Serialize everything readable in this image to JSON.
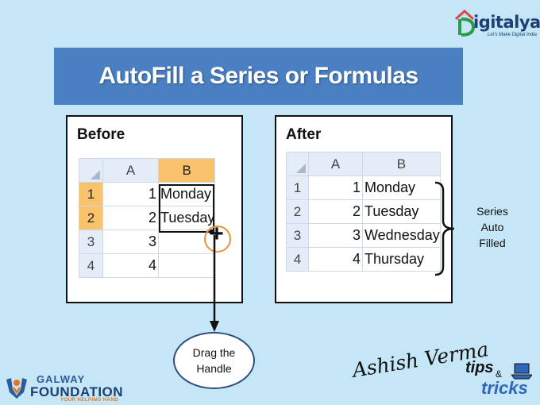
{
  "banner": {
    "title": "AutoFill a Series or Formulas"
  },
  "before": {
    "title": "Before",
    "columns": [
      "A",
      "B"
    ],
    "rows": [
      {
        "n": "1",
        "a": "1",
        "b": "Monday"
      },
      {
        "n": "2",
        "a": "2",
        "b": "Tuesday"
      },
      {
        "n": "3",
        "a": "3",
        "b": ""
      },
      {
        "n": "4",
        "a": "4",
        "b": ""
      }
    ]
  },
  "after": {
    "title": "After",
    "columns": [
      "A",
      "B"
    ],
    "rows": [
      {
        "n": "1",
        "a": "1",
        "b": "Monday"
      },
      {
        "n": "2",
        "a": "2",
        "b": "Tuesday"
      },
      {
        "n": "3",
        "a": "3",
        "b": "Wednesday"
      },
      {
        "n": "4",
        "a": "4",
        "b": "Thursday"
      }
    ]
  },
  "callouts": {
    "drag": "Drag the Handle",
    "series": "Series Auto Filled"
  },
  "logos": {
    "digitalya_name": "igitalya",
    "digitalya_tagline": "Let's Make Digital India",
    "galway_line1": "GALWAY",
    "galway_line2": "FOUNDATION",
    "galway_line3": "YOUR HELPING HAND",
    "signature": "Ashish Verma",
    "tips": "tips",
    "amp": "&",
    "tricks": "tricks"
  },
  "colors": {
    "background": "#c5e6f7",
    "banner": "#4a7fc1",
    "header_highlight": "#f9c26c",
    "handle_circle": "#e9923a"
  }
}
